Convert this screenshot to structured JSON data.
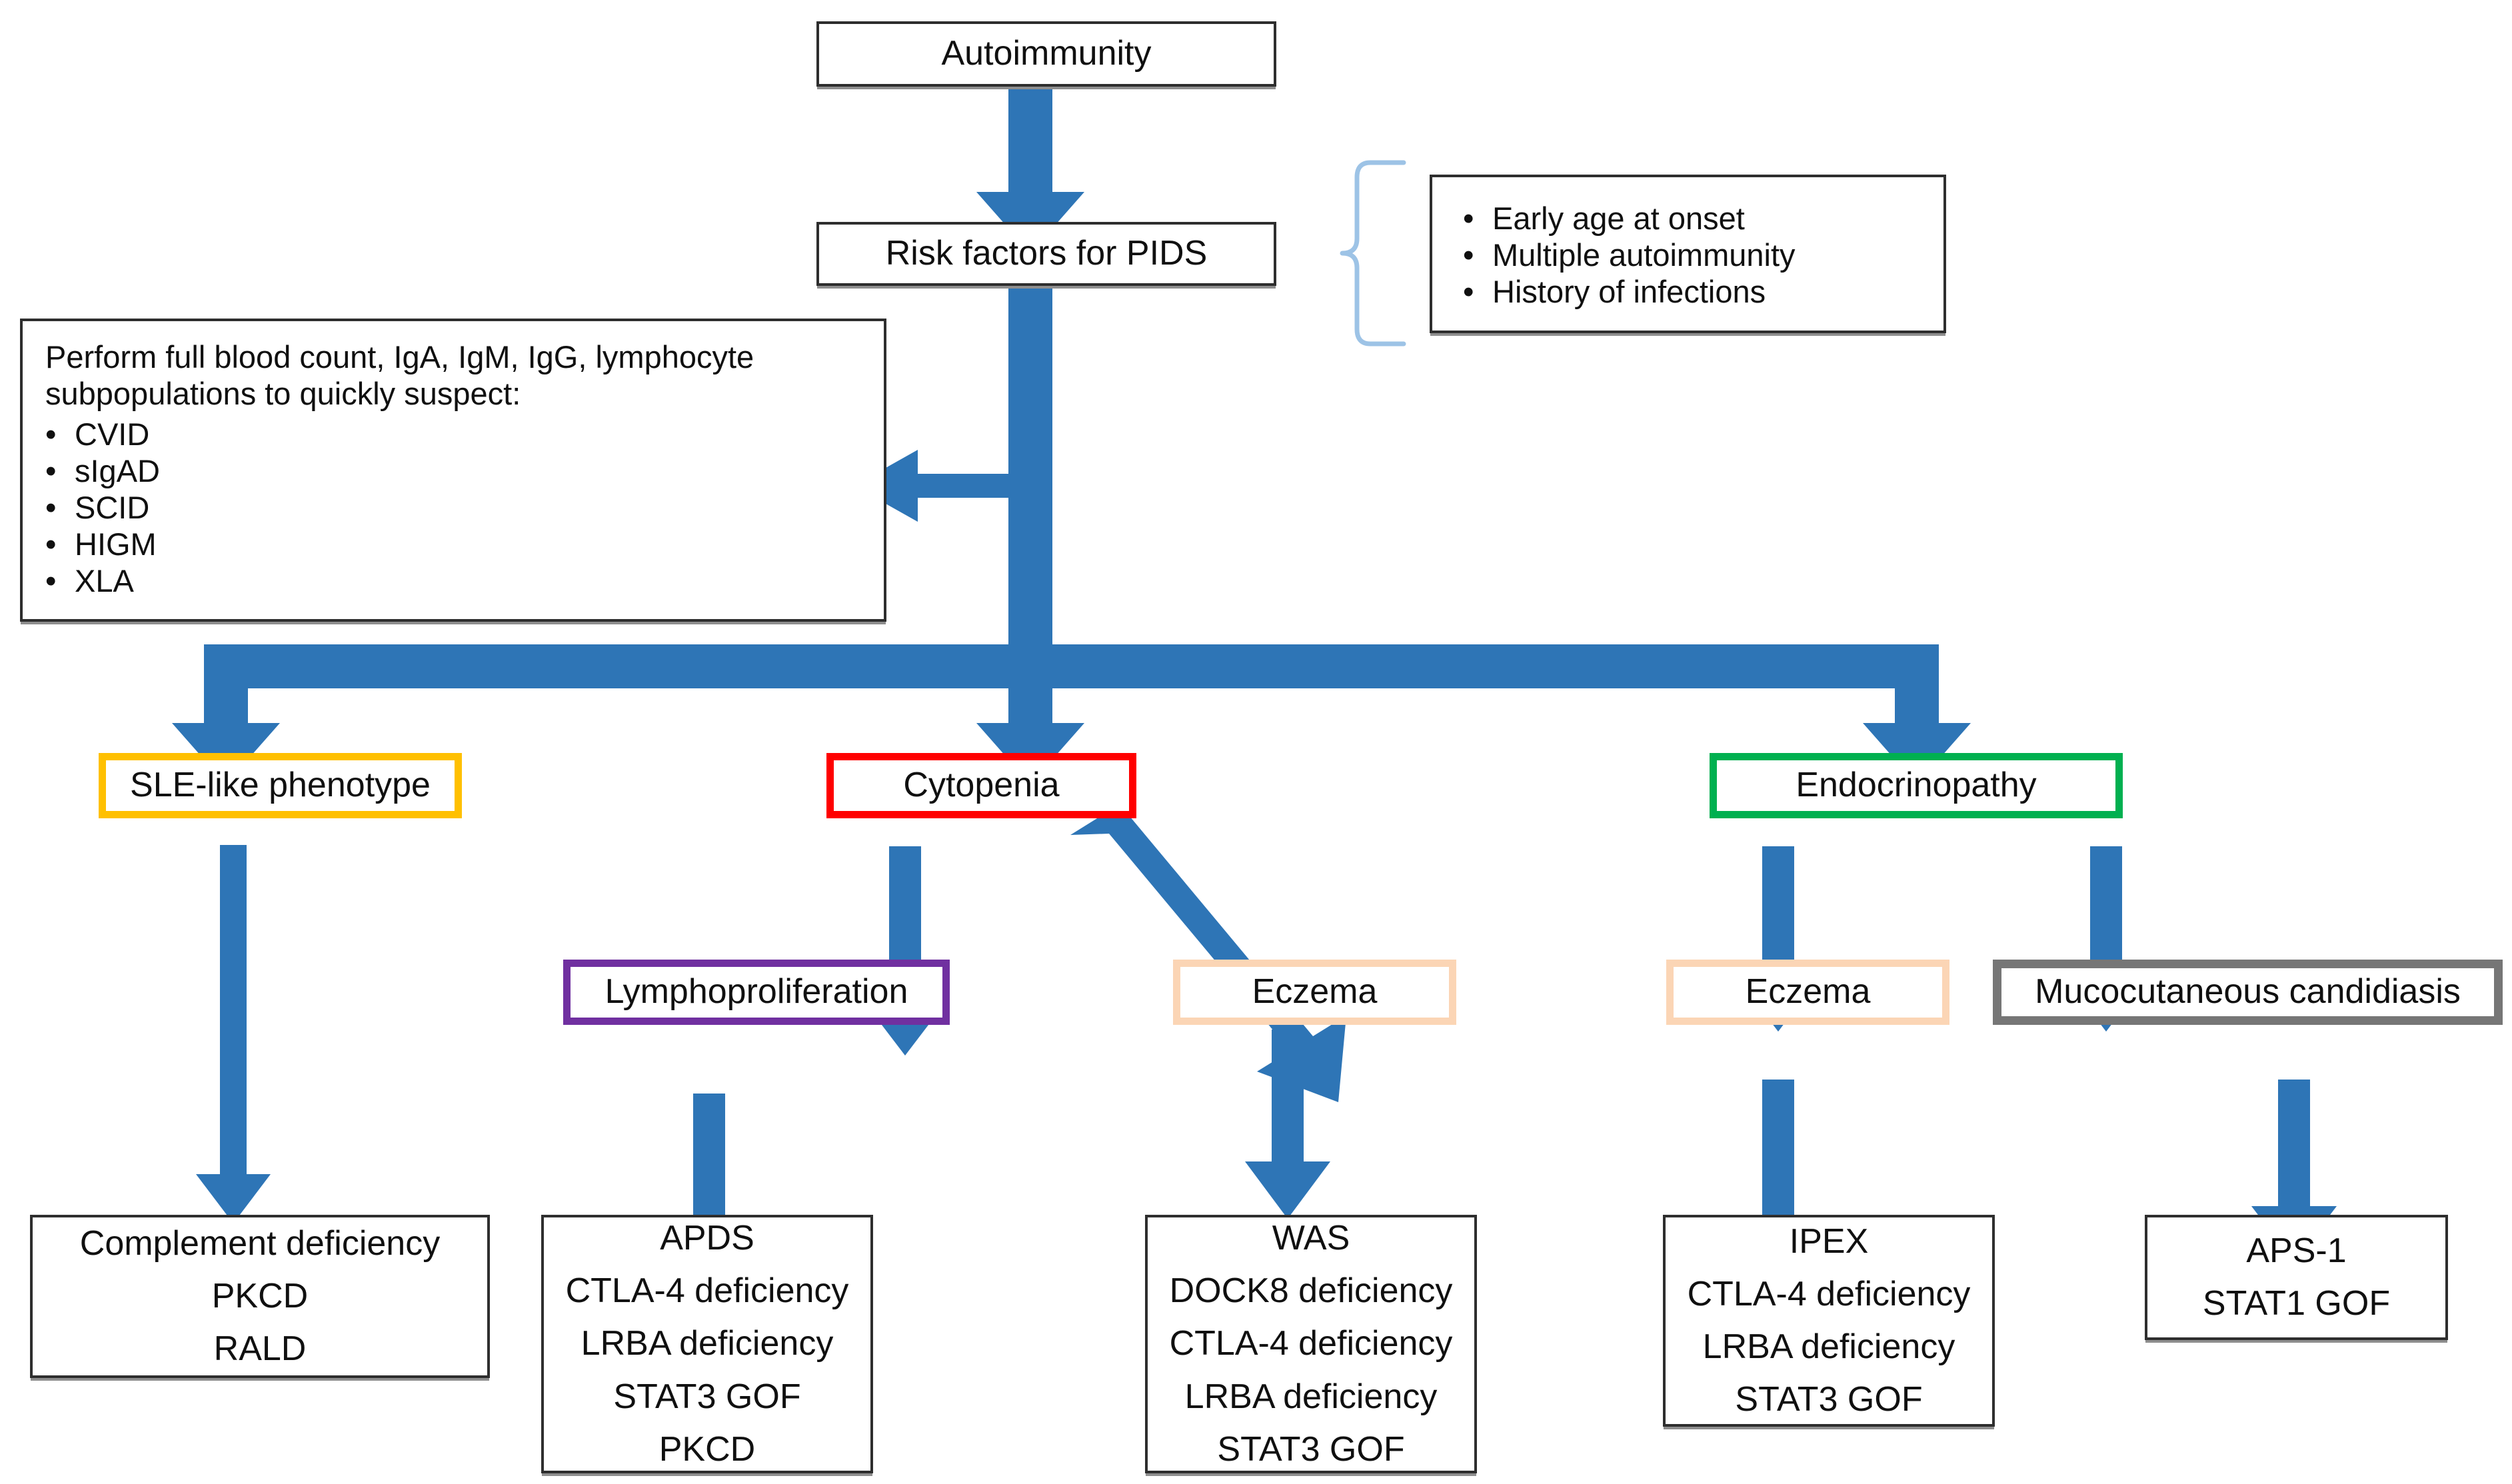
{
  "colors": {
    "arrow_blue": "#2e75b6",
    "brace_blue": "#9dc3e6",
    "box_black": "#2e2e2e",
    "sle_gold": "#ffc000",
    "cytopenia_red": "#ff0000",
    "endocrinopathy_green": "#00b050",
    "lymphoproliferation_purple": "#7030a0",
    "eczema_peach": "#fbd5b5",
    "candidiasis_grey": "#767676",
    "text_black": "#101010",
    "page_background": "#ffffff"
  },
  "nodes": {
    "autoimmunity": {
      "label": "Autoimmunity"
    },
    "risk_factors": {
      "label": "Risk factors for PIDS"
    },
    "risk_factor_list": {
      "items": [
        "Early age at onset",
        "Multiple autoimmunity",
        "History of infections"
      ],
      "bullet": "•"
    },
    "workup_panel": {
      "paragraph_line1": "Perform full blood count, IgA, IgM, IgG, lymphocyte",
      "paragraph_line2": "subpopulations to quickly suspect:",
      "bullet": "•",
      "items": [
        "CVID",
        "sIgAD",
        "SCID",
        "HIGM",
        "XLA"
      ]
    },
    "sle_like_phenotype": {
      "label": "SLE-like phenotype"
    },
    "cytopenia": {
      "label": "Cytopenia"
    },
    "endocrinopathy": {
      "label": "Endocrinopathy"
    },
    "lymphoproliferation": {
      "label": "Lymphoproliferation"
    },
    "eczema_cytopenia": {
      "label": "Eczema"
    },
    "eczema_endocrinopathy": {
      "label": "Eczema"
    },
    "mucocutaneous_candidiasis": {
      "label": "Mucocutaneous candidiasis"
    },
    "leaf_sle": {
      "lines": [
        "Complement deficiency",
        "PKCD",
        "RALD"
      ]
    },
    "leaf_lymphoproliferation": {
      "lines": [
        "APDS",
        "CTLA-4 deficiency",
        "LRBA deficiency",
        "STAT3 GOF",
        "PKCD"
      ]
    },
    "leaf_eczema_cytopenia": {
      "lines": [
        "WAS",
        "DOCK8 deficiency",
        "CTLA-4 deficiency",
        "LRBA deficiency",
        "STAT3 GOF"
      ]
    },
    "leaf_eczema_endocrinopathy": {
      "lines": [
        "IPEX",
        "CTLA-4 deficiency",
        "LRBA deficiency",
        "STAT3 GOF"
      ]
    },
    "leaf_candidiasis": {
      "lines": [
        "APS-1",
        "STAT1 GOF"
      ]
    }
  },
  "connectors": [
    {
      "name": "autoimmunity-to-risk-factors",
      "kind": "arrow-down"
    },
    {
      "name": "risk-factors-to-distribution-bar",
      "kind": "arrow-down"
    },
    {
      "name": "risk-factors-to-workup-panel",
      "kind": "arrow-left"
    },
    {
      "name": "distribution-bar",
      "kind": "bar-horizontal"
    },
    {
      "name": "bar-to-sle-like-phenotype",
      "kind": "arrow-down"
    },
    {
      "name": "bar-to-cytopenia",
      "kind": "arrow-down"
    },
    {
      "name": "bar-to-endocrinopathy",
      "kind": "arrow-down"
    },
    {
      "name": "sle-to-complement-leaf",
      "kind": "arrow-down"
    },
    {
      "name": "cytopenia-to-lymphoproliferation",
      "kind": "arrow-down"
    },
    {
      "name": "cytopenia-to-eczema",
      "kind": "arrow-diagonal"
    },
    {
      "name": "lymphoproliferation-to-apds-leaf",
      "kind": "arrow-down"
    },
    {
      "name": "eczema-to-was-leaf",
      "kind": "arrow-down"
    },
    {
      "name": "endocrinopathy-to-eczema",
      "kind": "arrow-down"
    },
    {
      "name": "endocrinopathy-to-candidiasis",
      "kind": "arrow-down"
    },
    {
      "name": "eczema-to-ipex-leaf",
      "kind": "arrow-down"
    },
    {
      "name": "candidiasis-to-aps1-leaf",
      "kind": "arrow-down"
    },
    {
      "name": "risk-factor-brace",
      "kind": "curly-brace"
    }
  ]
}
